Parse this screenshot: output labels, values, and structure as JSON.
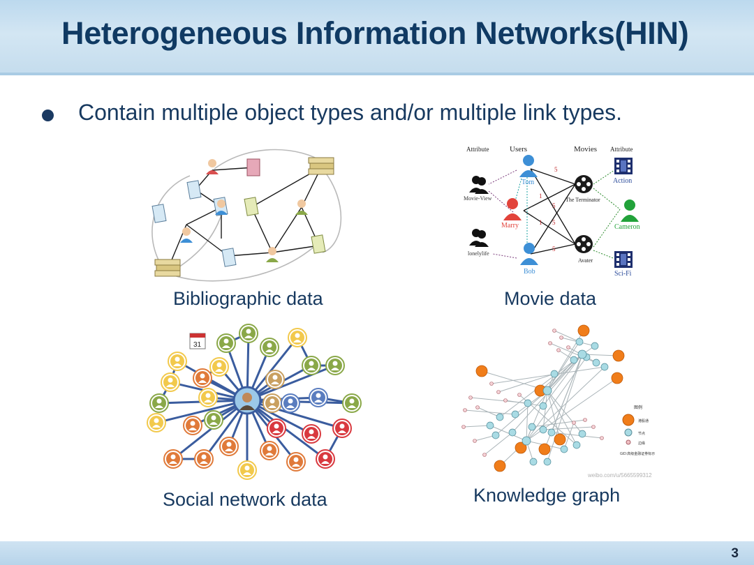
{
  "slide": {
    "title": "Heterogeneous Information Networks(HIN)",
    "bullet": "Contain multiple object types and/or multiple link types.",
    "page_number": "3"
  },
  "panels": {
    "bibliographic": {
      "caption": "Bibliographic data"
    },
    "movie": {
      "caption": "Movie data",
      "headers": {
        "attribute_left": "Attribute",
        "users": "Users",
        "movies": "Movies",
        "attribute_right": "Attribute"
      },
      "users": [
        "Tom",
        "Marry",
        "Bob"
      ],
      "movies": [
        "The Terminator",
        "Avater"
      ],
      "left_attributes": [
        "Movie-View",
        "lonelylife"
      ],
      "right_attributes": [
        "Action",
        "Cameron",
        "Sci-Fi"
      ],
      "ratings": [
        "5",
        "1",
        "5",
        "1",
        "5",
        "5"
      ]
    },
    "social": {
      "caption": "Social network data",
      "calendar_day": "31"
    },
    "knowledge": {
      "caption": "Knowledge graph",
      "legend_title": "图例",
      "legend_items": [
        "港股通",
        "节点",
        "边缘"
      ],
      "legend_caption": "GID:高级金融证券标示",
      "watermark": "weibo.com/u/5665599312"
    }
  },
  "colors": {
    "title": "#103a63",
    "user_blue": "#3d8fd6",
    "user_red": "#e2433b",
    "user_green": "#22a23a",
    "kg_orange": "#f07d1a",
    "kg_blue": "#a9dbe4"
  }
}
